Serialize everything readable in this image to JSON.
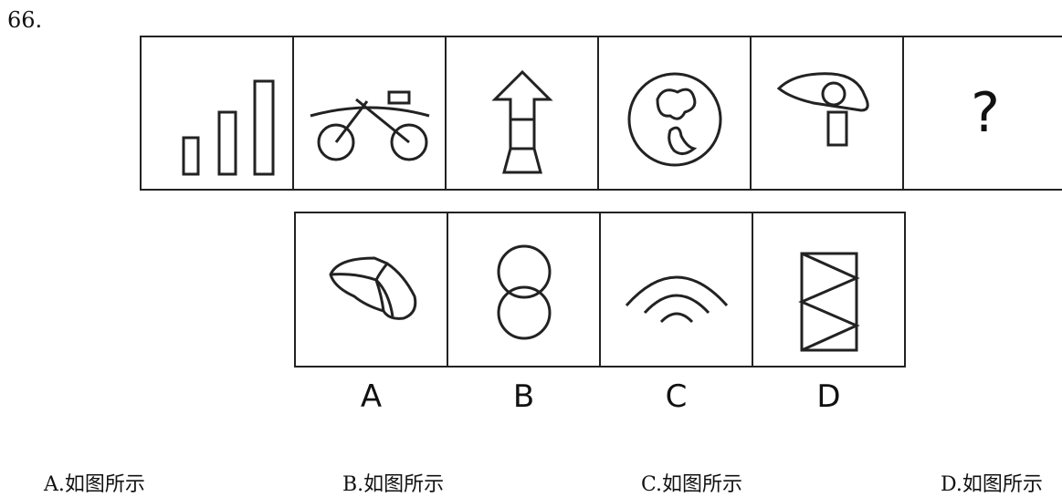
{
  "question": {
    "number": "66."
  },
  "sequence": [
    {
      "icon": "bar-chart-icon"
    },
    {
      "icon": "bicycle-icon"
    },
    {
      "icon": "arrow-tower-icon"
    },
    {
      "icon": "globe-icon"
    },
    {
      "icon": "bird-head-icon"
    }
  ],
  "unknown_mark": "?",
  "candidates": [
    {
      "letter": "A",
      "icon": "rock-icon"
    },
    {
      "letter": "B",
      "icon": "overlapping-circles-icon"
    },
    {
      "letter": "C",
      "icon": "arcs-icon"
    },
    {
      "letter": "D",
      "icon": "zigzag-box-icon"
    }
  ],
  "options": [
    {
      "label": "A.如图所示"
    },
    {
      "label": "B.如图所示"
    },
    {
      "label": "C.如图所示"
    },
    {
      "label": "D.如图所示"
    }
  ]
}
